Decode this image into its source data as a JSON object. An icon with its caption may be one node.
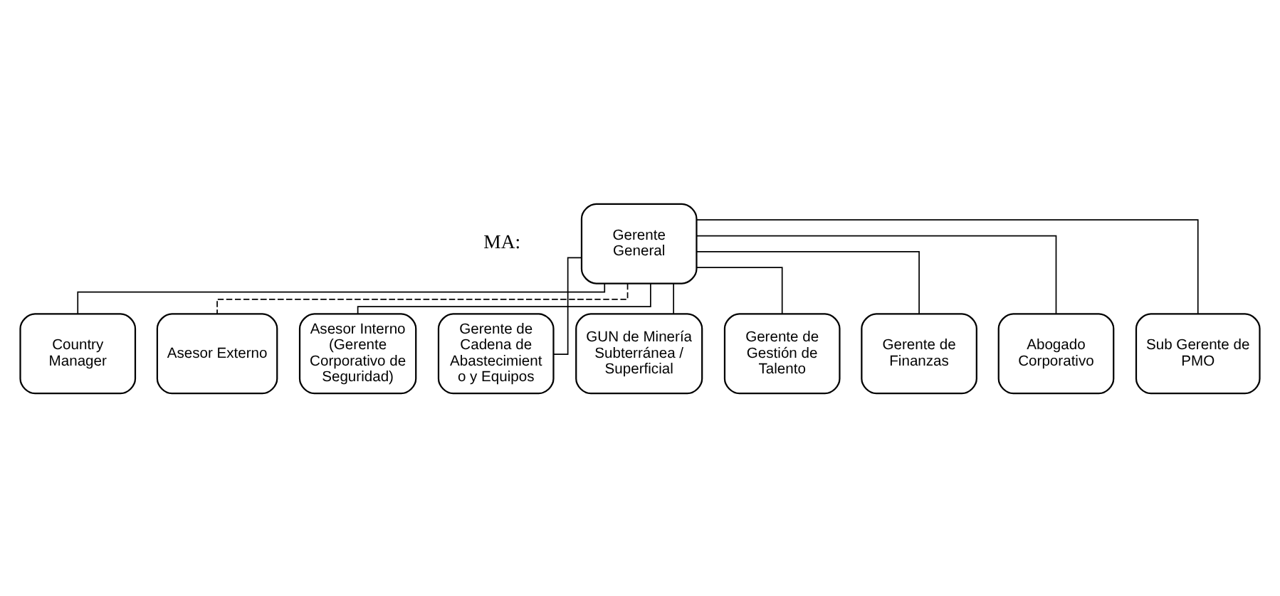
{
  "diagram": {
    "nodes": [
      {
        "text": [
          "Gerente General"
        ]
      },
      {
        "text": [
          "Country Manager"
        ]
      },
      {
        "text": [
          "Asesor Externo"
        ]
      },
      {
        "text": [
          "Asesor Interno (Gerente Corporativo de Seguridad)"
        ]
      },
      {
        "text": [
          "Gerente de Cadena de Abastecimient o y Equipos"
        ]
      },
      {
        "text": [
          "GUN de Minería Subterránea / Superficial"
        ]
      },
      {
        "text": [
          "Gerente de Gestión de Talento"
        ]
      },
      {
        "text": [
          "Gerente de Finanzas"
        ]
      },
      {
        "text": [
          "Abogado Corporativo"
        ]
      },
      {
        "text": [
          "Sub Gerente de PMO"
        ]
      }
    ],
    "edges": [
      {
        "from": 0,
        "to": 1,
        "arrow": "none"
      },
      {
        "from": 0,
        "to": 2,
        "arrow": "none",
        "style": "dashed"
      },
      {
        "from": 0,
        "to": 3,
        "arrow": "none"
      },
      {
        "from": 0,
        "to": 4,
        "arrow": "none"
      },
      {
        "from": 0,
        "to": 5,
        "arrow": "none"
      },
      {
        "from": 0,
        "to": 6,
        "arrow": "none"
      },
      {
        "from": 0,
        "to": 7,
        "arrow": "none"
      },
      {
        "from": 0,
        "to": 8,
        "arrow": "none"
      },
      {
        "from": 0,
        "to": 9,
        "arrow": "none"
      }
    ],
    "labels": [
      "MA:"
    ]
  }
}
